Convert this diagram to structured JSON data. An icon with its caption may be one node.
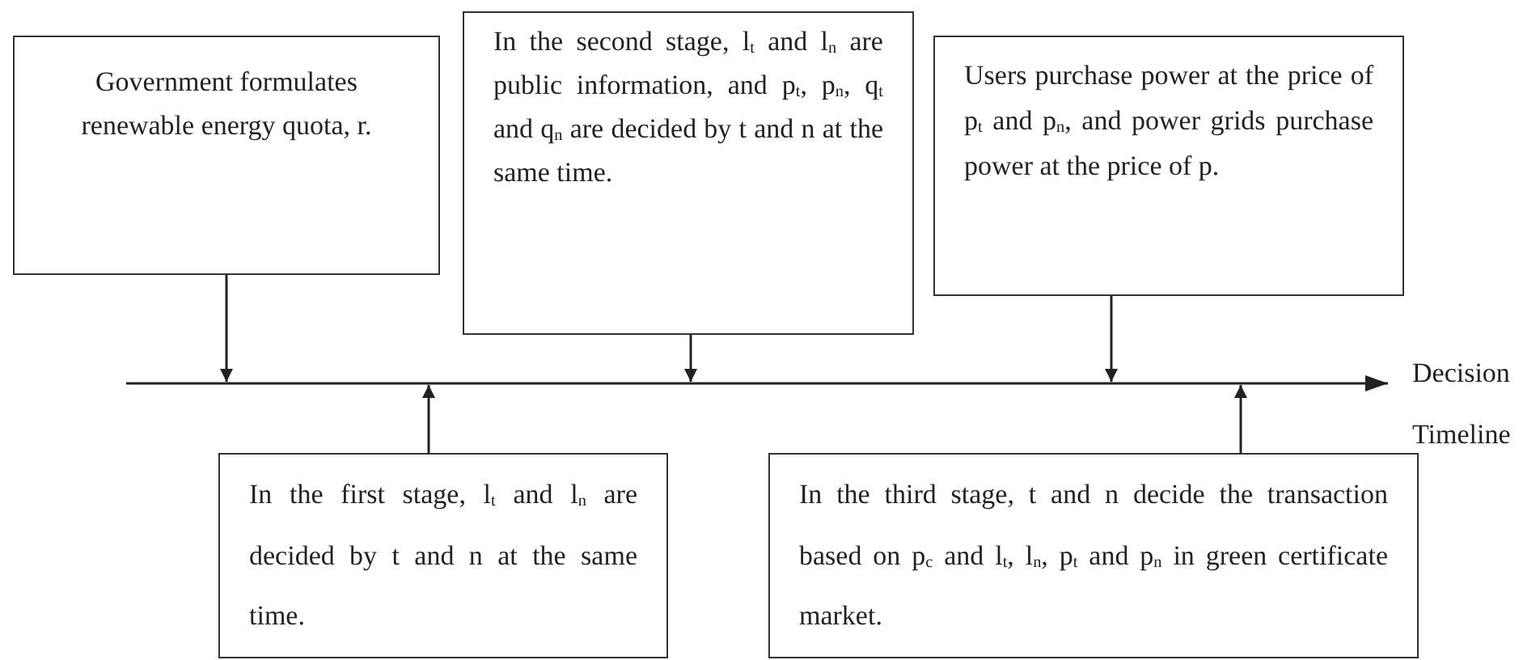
{
  "diagram": {
    "nodes": [
      {
        "text": [
          "Government formulates renewable energy quota, r."
        ]
      },
      {
        "text": [
          "In the second stage, l$_{t}$ and l$_{n}$ are public information, and p$_{t}$, p$_{n}$, q$_{t}$ and q$_{n}$ are decided by t and n at the same time."
        ]
      },
      {
        "text": [
          "Users purchase power at the price of p$_{t}$ and p$_{n}$, and power grids purchase power at the price of p."
        ]
      },
      {
        "text": [
          "In the first stage, l$_{t}$ and l$_{n}$ are decided by t and n at the same time."
        ]
      },
      {
        "text": [
          "In the third stage, t and n decide the transaction based on p$_{c}$ and l$_{t}$, l$_{n}$, p$_{t}$ and p$_{n}$ in green certificate market."
        ]
      }
    ],
    "edges": [
      {
        "from": 0,
        "to": null,
        "arrow": "to"
      },
      {
        "from": 3,
        "to": null,
        "arrow": "to"
      },
      {
        "from": 1,
        "to": null,
        "arrow": "to"
      },
      {
        "from": 2,
        "to": null,
        "arrow": "to"
      },
      {
        "from": 4,
        "to": null,
        "arrow": "to"
      }
    ],
    "labels": [
      "Decision Timeline"
    ]
  }
}
